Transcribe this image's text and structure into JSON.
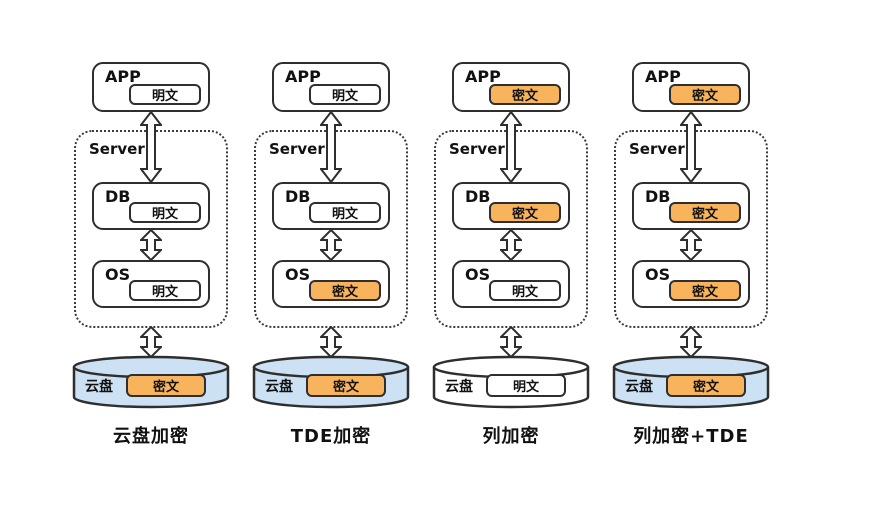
{
  "columns": [
    {
      "name": "云盘加密",
      "server_label": "Server",
      "app": {
        "label": "APP",
        "badge": "明文",
        "state": "plain"
      },
      "db": {
        "label": "DB",
        "badge": "明文",
        "state": "plain"
      },
      "os": {
        "label": "OS",
        "badge": "明文",
        "state": "plain"
      },
      "disk": {
        "label": "云盘",
        "badge": "密文",
        "state": "cipher",
        "fill": "blue"
      }
    },
    {
      "name": "TDE加密",
      "server_label": "Server",
      "app": {
        "label": "APP",
        "badge": "明文",
        "state": "plain"
      },
      "db": {
        "label": "DB",
        "badge": "明文",
        "state": "plain"
      },
      "os": {
        "label": "OS",
        "badge": "密文",
        "state": "cipher"
      },
      "disk": {
        "label": "云盘",
        "badge": "密文",
        "state": "cipher",
        "fill": "blue"
      }
    },
    {
      "name": "列加密",
      "server_label": "Server",
      "app": {
        "label": "APP",
        "badge": "密文",
        "state": "cipher"
      },
      "db": {
        "label": "DB",
        "badge": "密文",
        "state": "cipher"
      },
      "os": {
        "label": "OS",
        "badge": "明文",
        "state": "plain"
      },
      "disk": {
        "label": "云盘",
        "badge": "明文",
        "state": "plain",
        "fill": "white"
      }
    },
    {
      "name": "列加密+TDE",
      "server_label": "Server",
      "app": {
        "label": "APP",
        "badge": "密文",
        "state": "cipher"
      },
      "db": {
        "label": "DB",
        "badge": "密文",
        "state": "cipher"
      },
      "os": {
        "label": "OS",
        "badge": "密文",
        "state": "cipher"
      },
      "disk": {
        "label": "云盘",
        "badge": "密文",
        "state": "cipher",
        "fill": "blue"
      }
    }
  ],
  "colors": {
    "cipher_fill": "#F8B45C",
    "disk_blue": "#CCE2F4",
    "stroke": "#2E2E2E"
  }
}
